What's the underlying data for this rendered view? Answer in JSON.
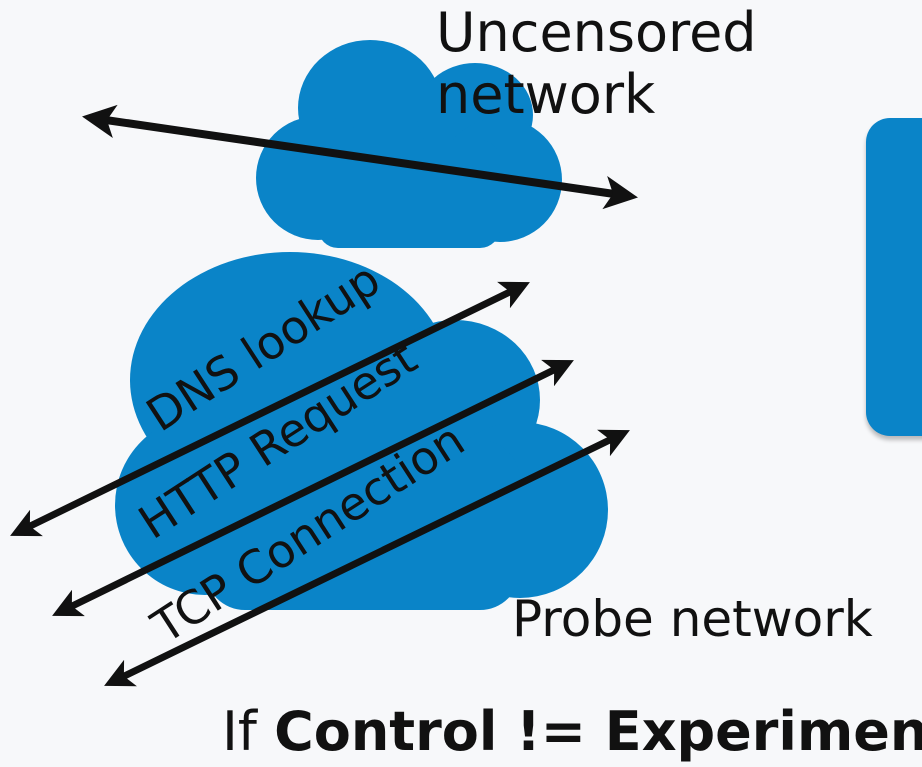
{
  "labels": {
    "uncensored_line1": "Uncensored",
    "uncensored_line2": "network",
    "probe_network": "Probe network",
    "dns_lookup": "DNS lookup",
    "http_request": "HTTP Request",
    "tcp_connection": "TCP Connection"
  },
  "condition": {
    "prefix": "If",
    "expression": "Control != Experiment"
  },
  "colors": {
    "cloud": "#0a84c8",
    "background": "#f7f8fa",
    "arrow": "#111111",
    "panel": "#0a84c8"
  }
}
